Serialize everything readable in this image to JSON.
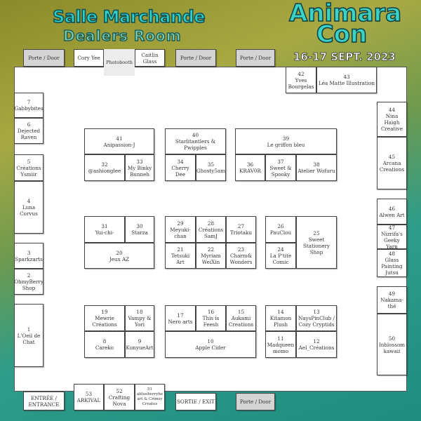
{
  "header": {
    "title": "Salle Marchande",
    "subtitle": "Dealers Room",
    "logo_line1": "Animara",
    "logo_line2": "Con",
    "date": "16-17 SEPT. 2023"
  },
  "doors": {
    "door": "Porte / Door",
    "entrance": "ENTRÉE / ENTRANCE",
    "exit": "SORTIE / EXIT",
    "photobooth": "Photobooth"
  },
  "top": {
    "cory": "Cory Yee",
    "caitlin": "Caitlin Glass"
  },
  "booths": {
    "b1": {
      "num": "1",
      "name": "L'Oeil de Chat"
    },
    "b2": {
      "num": "2",
      "name": "OhmyBerry Shop"
    },
    "b3": {
      "num": "3",
      "name": "Sparkzarts"
    },
    "b4": {
      "num": "4",
      "name": "Luna Corvus"
    },
    "b5": {
      "num": "5",
      "name": "Créations Ysmiir"
    },
    "b6": {
      "num": "6",
      "name": "Dejected Raven"
    },
    "b7": {
      "num": "7",
      "name": "Gabbybites"
    },
    "b8": {
      "num": "8",
      "name": "Careko"
    },
    "b9": {
      "num": "9",
      "name": "KunyueArt"
    },
    "b10": {
      "num": "10",
      "name": "Apple Cider"
    },
    "b11": {
      "num": "11",
      "name": "Madqueen momo"
    },
    "b12": {
      "num": "12",
      "name": "Ael_Créations"
    },
    "b13": {
      "num": "13",
      "name": "NaysPinClub / Cozy Cryptids"
    },
    "b14": {
      "num": "14",
      "name": "Kitamon Plush"
    },
    "b15": {
      "num": "15",
      "name": "Aukami Creations"
    },
    "b16": {
      "num": "16",
      "name": "This is Feesh"
    },
    "b17": {
      "num": "17",
      "name": "Nero arts"
    },
    "b18": {
      "num": "18",
      "name": "Vampy & Yori"
    },
    "b19": {
      "num": "19",
      "name": "Mewrie Créations"
    },
    "b20": {
      "num": "20",
      "name": "Jeux AZ"
    },
    "b21": {
      "num": "21",
      "name": "Tetsuki Art"
    },
    "b22": {
      "num": "22",
      "name": "Myriam WeiXin"
    },
    "b23": {
      "num": "23",
      "name": "Charm& Wonders"
    },
    "b24": {
      "num": "24",
      "name": "La P'tite Comic"
    },
    "b25": {
      "num": "25",
      "name": "Sweet Stationery Shop"
    },
    "b26": {
      "num": "26",
      "name": "PauClou"
    },
    "b27": {
      "num": "27",
      "name": "Triotaku"
    },
    "b28": {
      "num": "28",
      "name": "Créations SamJ"
    },
    "b29": {
      "num": "29",
      "name": "Meyuki-chan"
    },
    "b30": {
      "num": "30",
      "name": "Starza"
    },
    "b31": {
      "num": "31",
      "name": "Yui-chi-"
    },
    "b32": {
      "num": "32",
      "name": "@ashionglee"
    },
    "b33": {
      "num": "33",
      "name": "My Binky Bunneh"
    },
    "b34": {
      "num": "34",
      "name": "Cherry Dee"
    },
    "b35": {
      "num": "35",
      "name": "Ghosty5am"
    },
    "b36": {
      "num": "36",
      "name": "KRAV0R"
    },
    "b37": {
      "num": "37",
      "name": "Sweet & Spooky"
    },
    "b38": {
      "num": "38",
      "name": "Atelier Wofuru"
    },
    "b39": {
      "num": "39",
      "name": "Le griffon bleu"
    },
    "b40": {
      "num": "40",
      "name": "Starlitantlers & Pwipples"
    },
    "b41": {
      "num": "41",
      "name": "Anipassion-J"
    },
    "b42": {
      "num": "42",
      "name": "Yves Bourgelas"
    },
    "b43": {
      "num": "43",
      "name": "Léa Matte Illustration"
    },
    "b44": {
      "num": "44",
      "name": "Nina Haigh Creative"
    },
    "b45": {
      "num": "45",
      "name": "Arcana Creations"
    },
    "b46": {
      "num": "46",
      "name": "Alwen Art"
    },
    "b47": {
      "num": "47",
      "name": "Nizrifa's Geeky Yarn"
    },
    "b48": {
      "num": "48",
      "name": "Glass Painting Jutsu"
    },
    "b49": {
      "num": "49",
      "name": "Nakama-thé"
    },
    "b50": {
      "num": "50",
      "name": "Inblossom kawaii"
    },
    "b51": {
      "num": "51",
      "name": "ablueberryheart & CrimsyCreates"
    },
    "b52": {
      "num": "52",
      "name": "Crafting Nova"
    },
    "b53": {
      "num": "53",
      "name": "ARKIVAL"
    }
  }
}
